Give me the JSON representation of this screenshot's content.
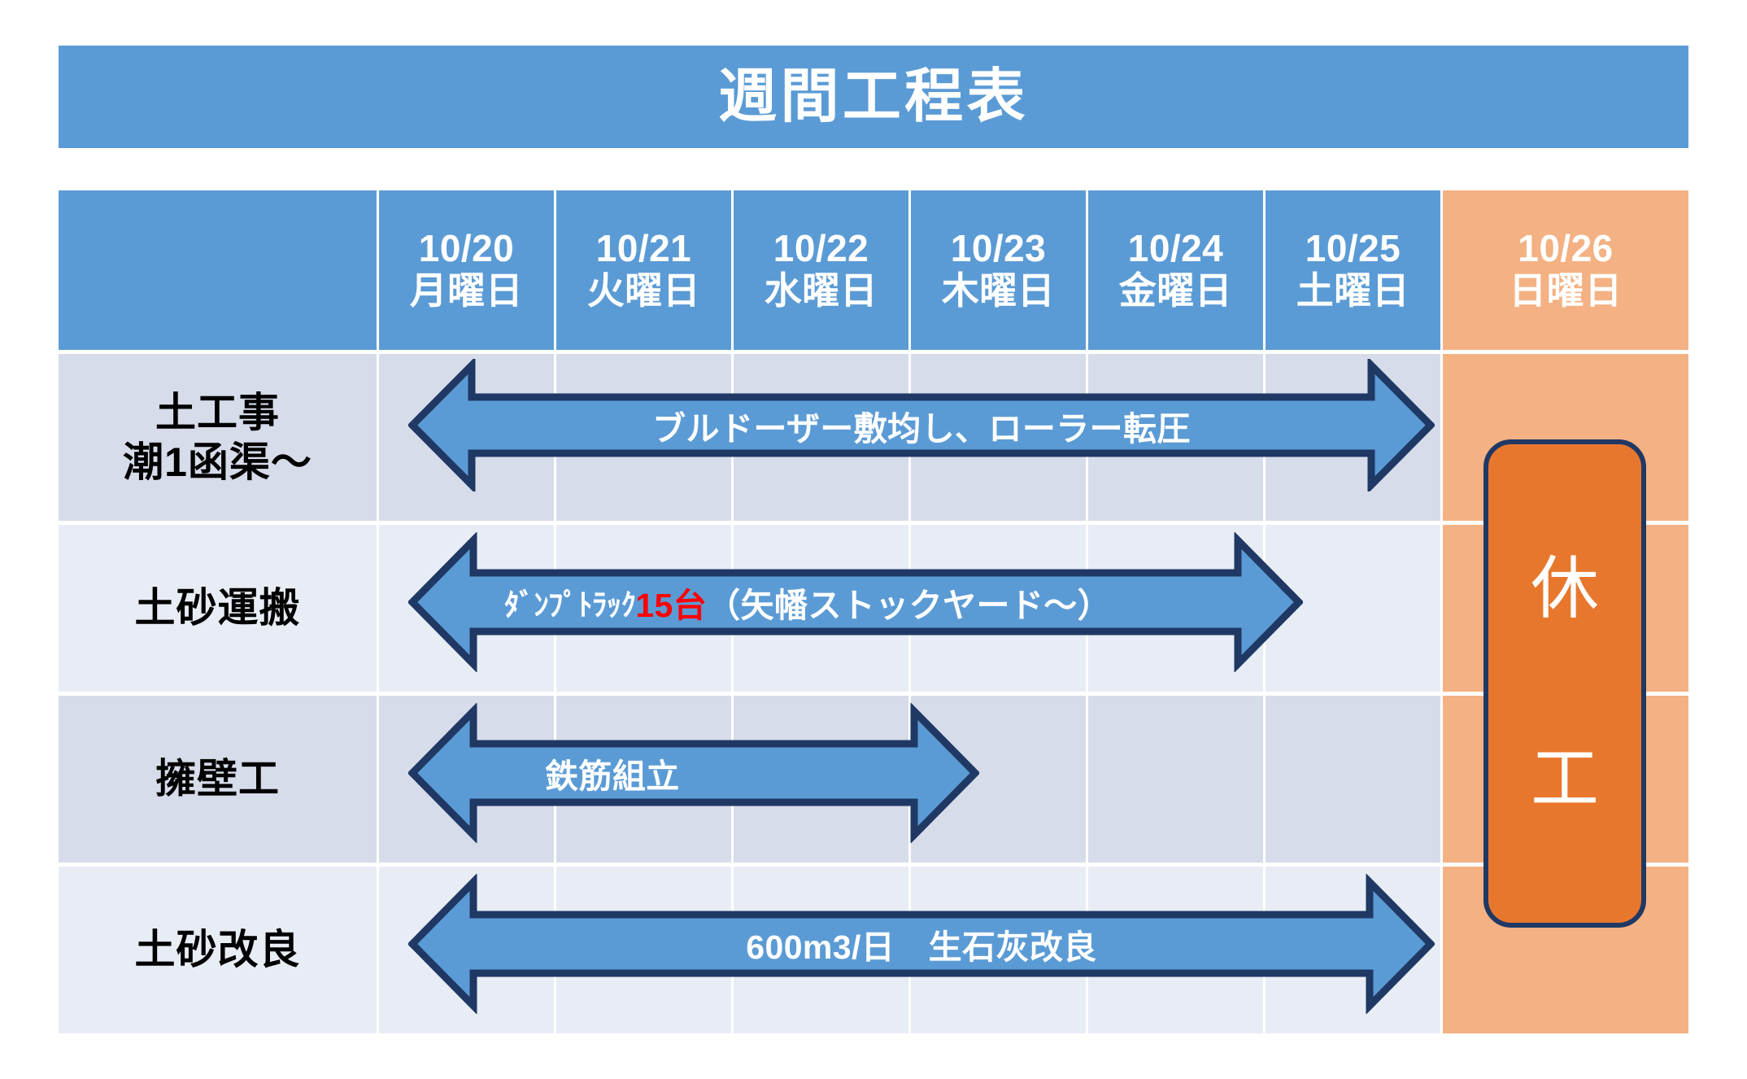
{
  "title": "週間工程表",
  "colors": {
    "banner_blue": "#5B9BD5",
    "sunday_orange": "#F4B183",
    "holiday_orange": "#E8772E",
    "arrow_blue": "#5B9BD5",
    "arrow_border": "#1F3864",
    "row_odd": "#D6DCE9",
    "row_even": "#E8EDF5",
    "accent_red": "#FF0000"
  },
  "header": {
    "corner_label": "",
    "columns": [
      {
        "date": "10/20",
        "weekday": "月曜日",
        "holiday": false
      },
      {
        "date": "10/21",
        "weekday": "火曜日",
        "holiday": false
      },
      {
        "date": "10/22",
        "weekday": "水曜日",
        "holiday": false
      },
      {
        "date": "10/23",
        "weekday": "木曜日",
        "holiday": false
      },
      {
        "date": "10/24",
        "weekday": "金曜日",
        "holiday": false
      },
      {
        "date": "10/25",
        "weekday": "土曜日",
        "holiday": false
      },
      {
        "date": "10/26",
        "weekday": "日曜日",
        "holiday": true
      }
    ]
  },
  "rows": [
    {
      "label_line1": "土工事",
      "label_line2": "潮1函渠〜",
      "task_text": "ブルドーザー敷均し、ローラー転圧",
      "start_day": "10/20",
      "end_day": "10/25"
    },
    {
      "label_line1": "土砂運搬",
      "label_line2": "",
      "task_prefix": "ﾀﾞﾝﾌﾟﾄﾗｯｸ",
      "task_count": "15台",
      "task_suffix": "（矢幡ストックヤード〜）",
      "start_day": "10/20",
      "end_day": "10/24"
    },
    {
      "label_line1": "擁壁工",
      "label_line2": "",
      "task_text": "鉄筋組立",
      "start_day": "10/20",
      "end_day": "10/22"
    },
    {
      "label_line1": "土砂改良",
      "label_line2": "",
      "task_text": "600m3/日　生石灰改良",
      "start_day": "10/20",
      "end_day": "10/25"
    }
  ],
  "holiday_box": {
    "char1": "休",
    "char2": "工",
    "column": "10/26"
  },
  "chart_data": {
    "type": "table",
    "title": "週間工程表",
    "categories": [
      "10/20 月曜日",
      "10/21 火曜日",
      "10/22 水曜日",
      "10/23 木曜日",
      "10/24 金曜日",
      "10/25 土曜日",
      "10/26 日曜日"
    ],
    "series": [
      {
        "name": "土工事 潮1函渠〜",
        "span": [
          1,
          6
        ],
        "label": "ブルドーザー敷均し、ローラー転圧"
      },
      {
        "name": "土砂運搬",
        "span": [
          1,
          5
        ],
        "label": "ﾀﾞﾝﾌﾟﾄﾗｯｸ15台（矢幡ストックヤード〜）"
      },
      {
        "name": "擁壁工",
        "span": [
          1,
          3
        ],
        "label": "鉄筋組立"
      },
      {
        "name": "土砂改良",
        "span": [
          1,
          6
        ],
        "label": "600m3/日　生石灰改良"
      }
    ],
    "annotations": [
      "休工 (10/26 日曜日)"
    ],
    "xlabel": "",
    "ylabel": "",
    "grid": true,
    "legend": "none"
  }
}
